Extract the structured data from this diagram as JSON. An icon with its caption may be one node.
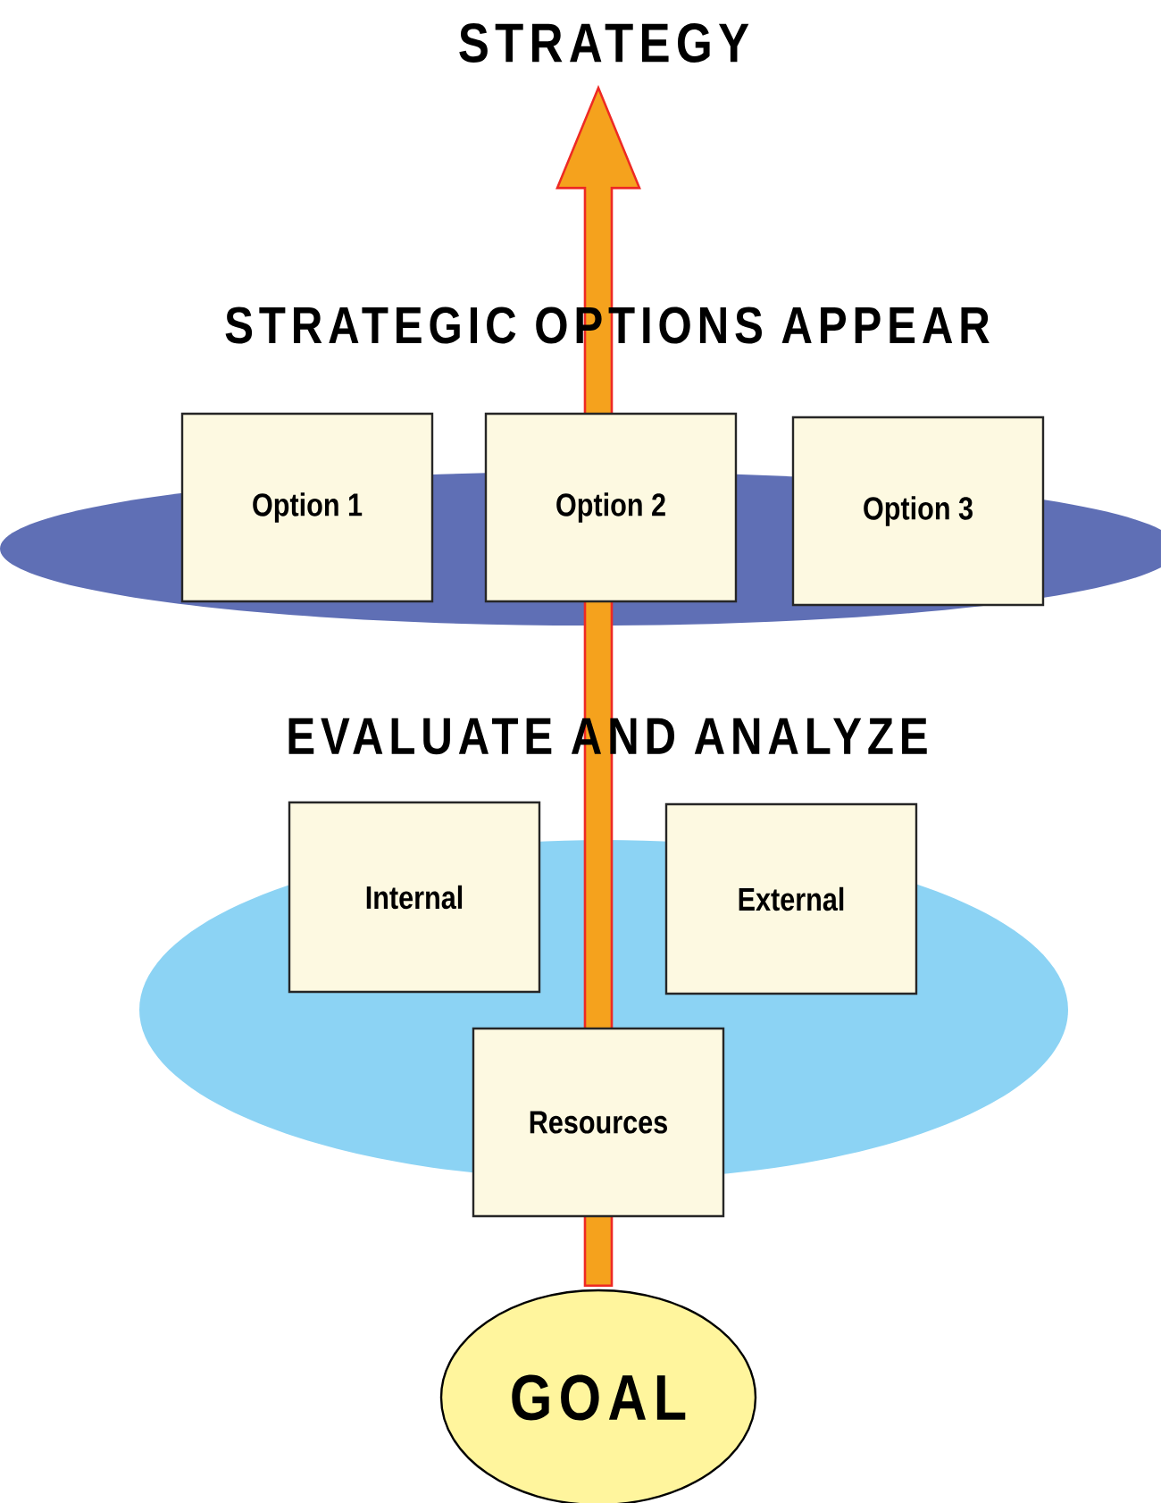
{
  "diagram": {
    "nodes": [
      {
        "text": [
          "STRATEGY"
        ]
      },
      {
        "text": [],
        "shape": "ellipse"
      },
      {
        "text": [
          "Option 1"
        ]
      },
      {
        "text": [
          "Option 2"
        ]
      },
      {
        "text": [
          "Option 3"
        ]
      },
      {
        "text": [],
        "shape": "ellipse"
      },
      {
        "text": [
          "Internal"
        ]
      },
      {
        "text": [
          "External"
        ]
      },
      {
        "text": [
          "Resources"
        ]
      },
      {
        "text": [
          "GOAL"
        ]
      }
    ],
    "edges": [
      {
        "from": 9,
        "to": 0,
        "arrow": "to",
        "style": "thick"
      }
    ],
    "labels": [
      "STRATEGIC OPTIONS APPEAR",
      "EVALUATE AND ANALYZE"
    ]
  }
}
